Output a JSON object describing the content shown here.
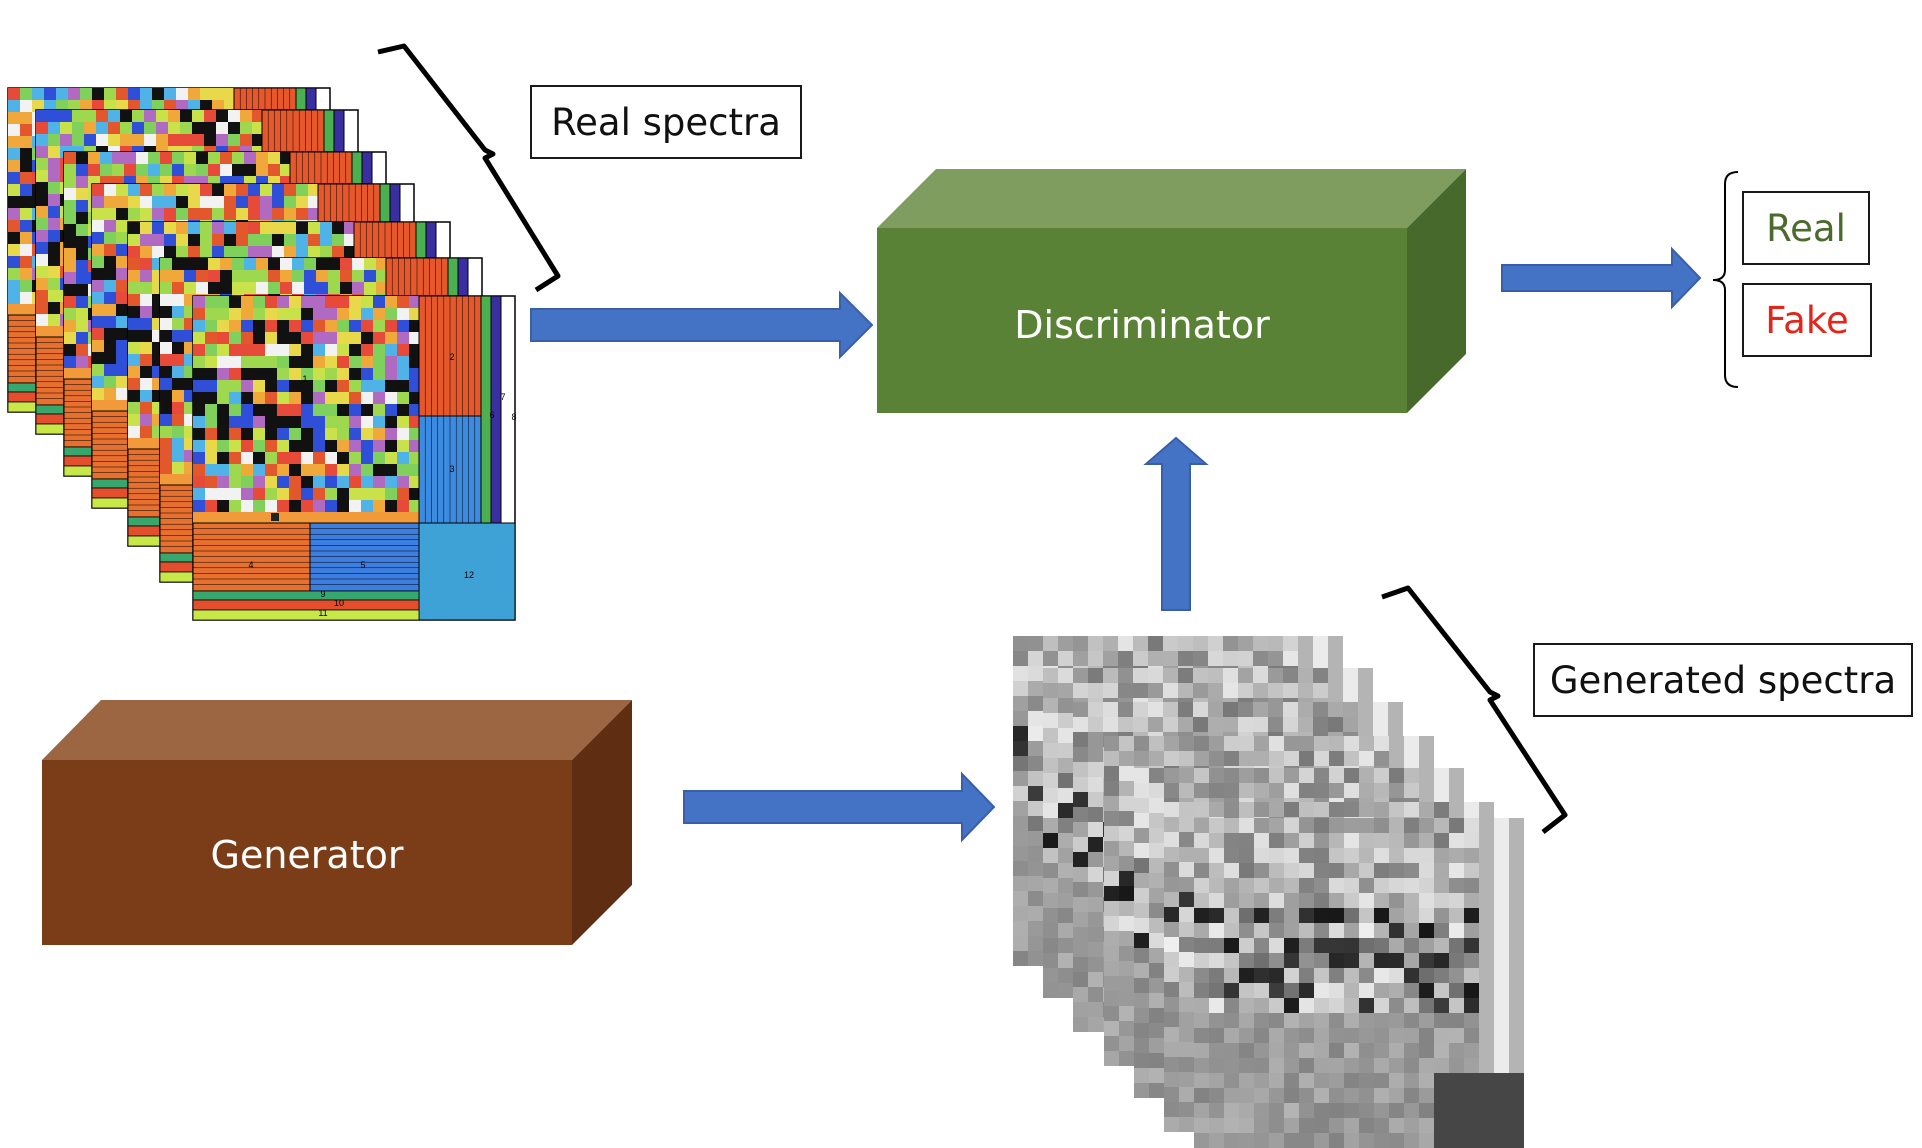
{
  "labels": {
    "real_spectra": "Real spectra",
    "generated_spectra": "Generated spectra",
    "discriminator": "Discriminator",
    "generator": "Generator",
    "output_real": "Real",
    "output_fake": "Fake"
  },
  "real_spectrum_segment_numbers": [
    "1",
    "2",
    "3",
    "4",
    "5",
    "6",
    "7",
    "8",
    "9",
    "10",
    "11",
    "12"
  ],
  "colors": {
    "arrow": "#4472c4",
    "arrow_stroke": "#3a5fa8",
    "discriminator_front": "#5a8237",
    "discriminator_top": "#7e9d5e",
    "discriminator_side": "#476a2c",
    "generator_front": "#7b3d18",
    "generator_top": "#9c6643",
    "generator_side": "#5f2e12",
    "real_text": "#4a6b2b",
    "fake_text": "#e3261c"
  }
}
